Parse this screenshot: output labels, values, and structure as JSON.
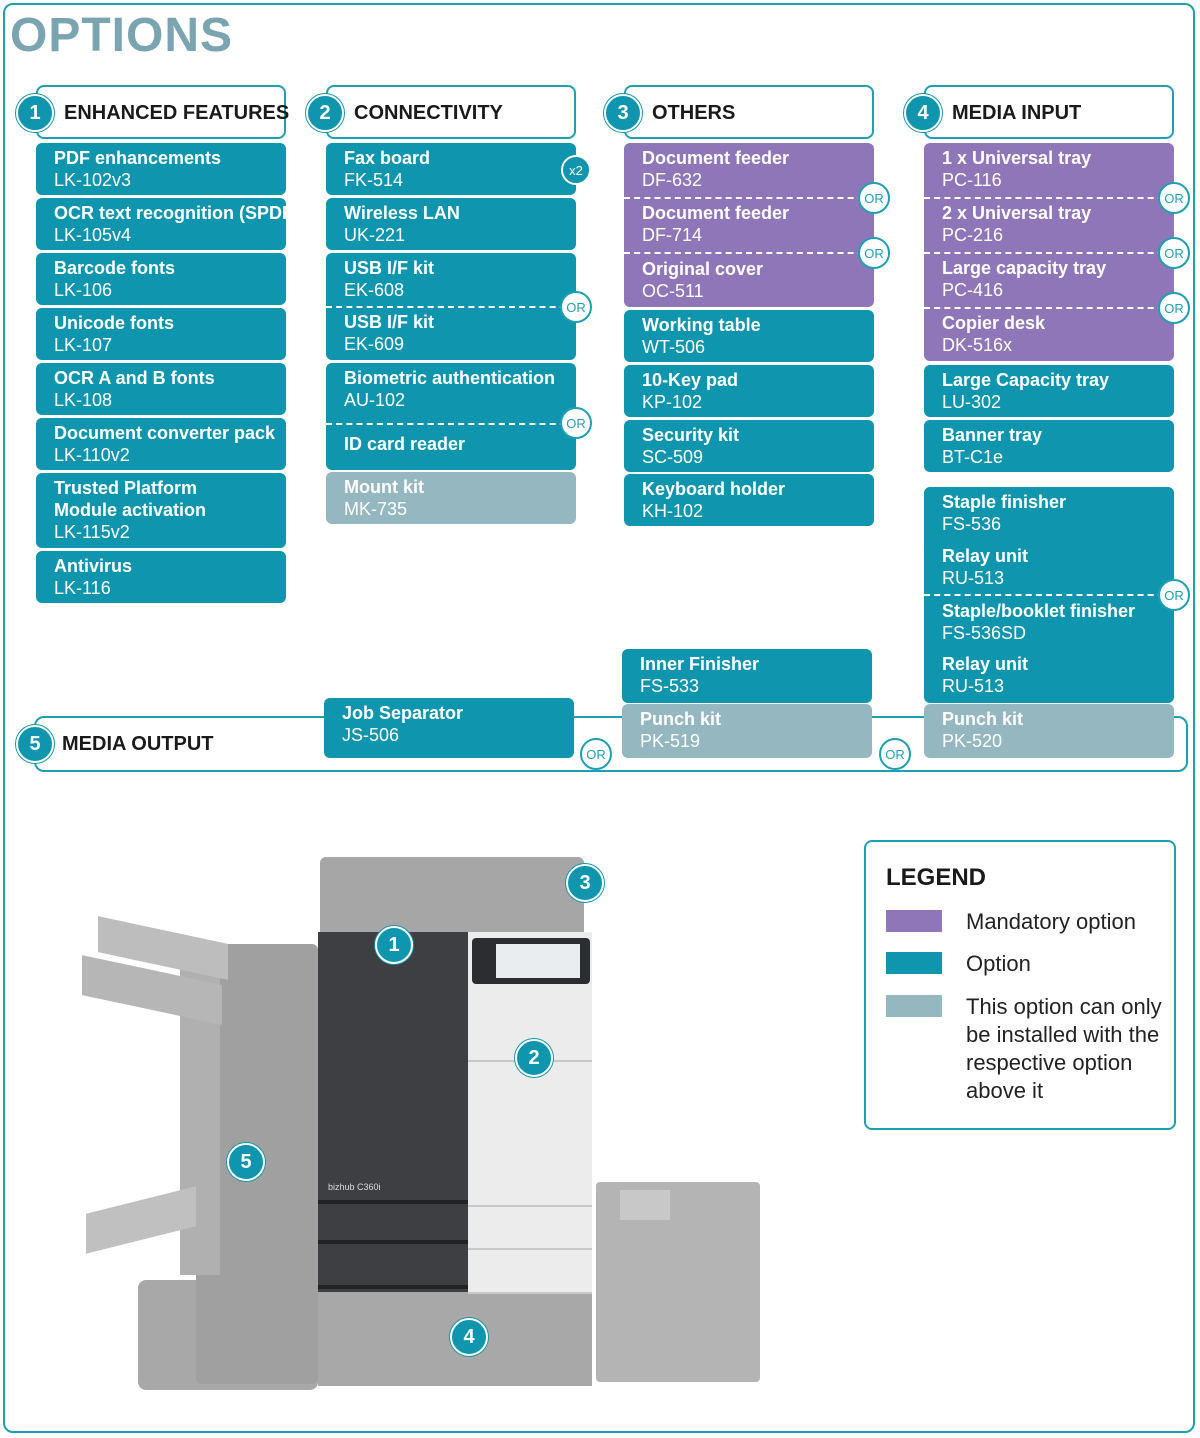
{
  "title": "OPTIONS",
  "colors": {
    "mandatory": "#8e76b8",
    "option": "#0f95ad",
    "dependent": "#94b7c0",
    "accent": "#1f9fb4"
  },
  "sections": [
    {
      "number": "1",
      "label": "ENHANCED FEATURES"
    },
    {
      "number": "2",
      "label": "CONNECTIVITY"
    },
    {
      "number": "3",
      "label": "OTHERS"
    },
    {
      "number": "4",
      "label": "MEDIA INPUT"
    },
    {
      "number": "5",
      "label": "MEDIA OUTPUT"
    }
  ],
  "enhanced": [
    {
      "name": "PDF enhancements",
      "code": "LK-102v3"
    },
    {
      "name": "OCR text recognition (SPDF)",
      "code": "LK-105v4"
    },
    {
      "name": "Barcode fonts",
      "code": "LK-106"
    },
    {
      "name": "Unicode fonts",
      "code": "LK-107"
    },
    {
      "name": "OCR A and B fonts",
      "code": "LK-108"
    },
    {
      "name": "Document converter pack",
      "code": "LK-110v2"
    },
    {
      "name": "Trusted Platform",
      "name2": "Module activation",
      "code": "LK-115v2"
    },
    {
      "name": "Antivirus",
      "code": "LK-116"
    }
  ],
  "connectivity": {
    "fax": {
      "name": "Fax board",
      "code": "FK-514",
      "badge": "x2"
    },
    "wlan": {
      "name": "Wireless LAN",
      "code": "UK-221"
    },
    "usb1": {
      "name": "USB I/F kit",
      "code": "EK-608"
    },
    "usb2": {
      "name": "USB I/F kit",
      "code": "EK-609"
    },
    "bio": {
      "name": "Biometric authentication",
      "code": "AU-102"
    },
    "idcard": {
      "name": "ID card reader"
    },
    "mount": {
      "name": "Mount kit",
      "code": "MK-735"
    }
  },
  "others": {
    "df632": {
      "name": "Document feeder",
      "code": "DF-632"
    },
    "df714": {
      "name": "Document feeder",
      "code": "DF-714"
    },
    "oc511": {
      "name": "Original cover",
      "code": "OC-511"
    },
    "items": [
      {
        "name": "Working table",
        "code": "WT-506"
      },
      {
        "name": "10-Key pad",
        "code": "KP-102"
      },
      {
        "name": "Security kit",
        "code": "SC-509"
      },
      {
        "name": "Keyboard holder",
        "code": "KH-102"
      }
    ]
  },
  "media_input": {
    "pc116": {
      "name": "1 x Universal tray",
      "code": "PC-116"
    },
    "pc216": {
      "name": "2 x Universal tray",
      "code": "PC-216"
    },
    "pc416": {
      "name": "Large capacity tray",
      "code": "PC-416"
    },
    "dk516": {
      "name": "Copier desk",
      "code": "DK-516x"
    },
    "lu302": {
      "name": "Large Capacity tray",
      "code": "LU-302"
    },
    "bt": {
      "name": "Banner tray",
      "code": "BT-C1e"
    }
  },
  "media_output": {
    "js506": {
      "name": "Job Separator",
      "code": "JS-506"
    },
    "fs533": {
      "name": "Inner Finisher",
      "code": "FS-533"
    },
    "pk519": {
      "name": "Punch kit",
      "code": "PK-519"
    },
    "fs536": {
      "name": "Staple finisher",
      "code": "FS-536"
    },
    "ru513a": {
      "name": "Relay unit",
      "code": "RU-513"
    },
    "fs536sd": {
      "name": "Staple/booklet  finisher",
      "code": "FS-536SD"
    },
    "ru513b": {
      "name": "Relay unit",
      "code": "RU-513"
    },
    "pk520": {
      "name": "Punch kit",
      "code": "PK-520"
    }
  },
  "or_label": "OR",
  "printer": {
    "brand": "bizhub C360i",
    "callouts": [
      "1",
      "2",
      "3",
      "4",
      "5"
    ]
  },
  "legend": {
    "title": "LEGEND",
    "items": [
      {
        "label": "Mandatory option"
      },
      {
        "label": "Option"
      },
      {
        "label": "This option can only be installed with the respective option above it"
      }
    ]
  }
}
